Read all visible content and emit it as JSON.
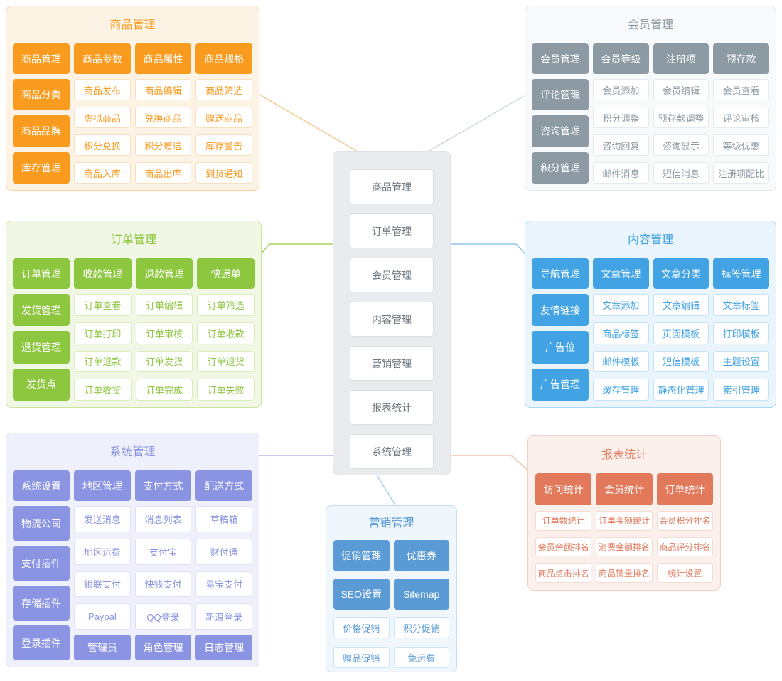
{
  "palette": {
    "product": "#F89B1E",
    "product_bg": "#FDF3E4",
    "product_border": "#F5D5A6",
    "product_ghost": "#F7E0C1",
    "product_line": "#F1C992",
    "member": "#8C9AA4",
    "member_bg": "#F7F9FA",
    "member_border": "#E3E8EB",
    "member_ghost": "#E6EAED",
    "member_line": "#CDD7DD",
    "order": "#8DC63F",
    "order_bg": "#F0F7E5",
    "order_border": "#CBE59D",
    "order_ghost": "#DCEDBD",
    "order_line": "#A6D35F",
    "content": "#41A3E3",
    "content_bg": "#EAF4FC",
    "content_border": "#AAD7F2",
    "content_ghost": "#C6E2F6",
    "content_line": "#8FC3EA",
    "system": "#8A94E2",
    "system_bg": "#EEF0FB",
    "system_border": "#D9DDF5",
    "system_ghost": "#DFE2F7",
    "system_line": "#B4BCEC",
    "report": "#E2795B",
    "report_bg": "#FCF0EC",
    "report_border": "#F3D1C6",
    "report_ghost": "#F5DCD3",
    "report_line": "#EFC3B2",
    "marketing": "#5B9BD5",
    "marketing_bg": "#EFF7FD",
    "marketing_border": "#C2E0F5",
    "marketing_ghost": "#CCE4F6",
    "marketing_line": "#A9CDEB",
    "center_bg": "#E9EBEF",
    "center_border": "#DFE2E7",
    "center_card_border": "#DCDFE4",
    "center_text": "#6E7881"
  },
  "panels": {
    "product": {
      "title": "商品管理",
      "left": [
        "商品管理",
        "商品分类",
        "商品品牌",
        "库存管理"
      ],
      "top": [
        "商品参数",
        "商品属性",
        "商品规格"
      ],
      "cells": [
        "商品发布",
        "商品编辑",
        "商品筛选",
        "虚拟商品",
        "兑换商品",
        "赠送商品",
        "积分兑换",
        "积分赠送",
        "库存警告",
        "商品入库",
        "商品出库",
        "到货通知"
      ]
    },
    "member": {
      "title": "会员管理",
      "left": [
        "会员管理",
        "评论管理",
        "咨询管理",
        "积分管理"
      ],
      "top": [
        "会员等级",
        "注册项",
        "预存款"
      ],
      "cells": [
        "会员添加",
        "会员编辑",
        "会员查看",
        "积分调整",
        "预存款调整",
        "评论审核",
        "咨询回复",
        "咨询显示",
        "等级优惠",
        "邮件消息",
        "短信消息",
        "注册项配比"
      ]
    },
    "order": {
      "title": "订单管理",
      "left": [
        "订单管理",
        "发货管理",
        "退货管理",
        "发货点"
      ],
      "top": [
        "收款管理",
        "退款管理",
        "快递单"
      ],
      "cells": [
        "订单查看",
        "订单编辑",
        "订单筛选",
        "订单打印",
        "订单审核",
        "订单收款",
        "订单退款",
        "订单发货",
        "订单退货",
        "订单收货",
        "订单完成",
        "订单失败"
      ]
    },
    "content": {
      "title": "内容管理",
      "left": [
        "导航管理",
        "友情链接",
        "广告位",
        "广告管理"
      ],
      "top": [
        "文章管理",
        "文章分类",
        "标签管理"
      ],
      "cells": [
        "文章添加",
        "文章编辑",
        "文章标签",
        "商品标签",
        "页面模板",
        "打印模板",
        "邮件模板",
        "短信模板",
        "主题设置",
        "缓存管理",
        "静态化管理",
        "索引管理"
      ]
    },
    "system": {
      "title": "系统管理",
      "left": [
        "系统设置",
        "物流公司",
        "支付插件",
        "存储插件",
        "登录插件"
      ],
      "top": [
        "地区管理",
        "支付方式",
        "配送方式"
      ],
      "cells": [
        "发送消息",
        "消息列表",
        "草稿箱",
        "地区运费",
        "支付宝",
        "财付通",
        "银联支付",
        "快钱支付",
        "易宝支付",
        "Paypal",
        "QQ登录",
        "新浪登录"
      ],
      "bottom": [
        "管理员",
        "角色管理",
        "日志管理"
      ]
    },
    "report": {
      "title": "报表统计",
      "top": [
        "访问统计",
        "会员统计",
        "订单统计"
      ],
      "cells": [
        "订单数统计",
        "订单金额统计",
        "会员积分排名",
        "会员余额排名",
        "消费金额排名",
        "商品评分排名",
        "商品点击排名",
        "商品销量排名",
        "统计设置"
      ]
    },
    "marketing": {
      "title": "营销管理",
      "top": [
        "促销管理",
        "优惠券",
        "SEO设置",
        "Sitemap"
      ],
      "cells": [
        "价格促销",
        "积分促销",
        "赠品促销",
        "免运费"
      ]
    },
    "center": {
      "items": [
        "商品管理",
        "订单管理",
        "会员管理",
        "内容管理",
        "营销管理",
        "报表统计",
        "系统管理"
      ]
    }
  }
}
